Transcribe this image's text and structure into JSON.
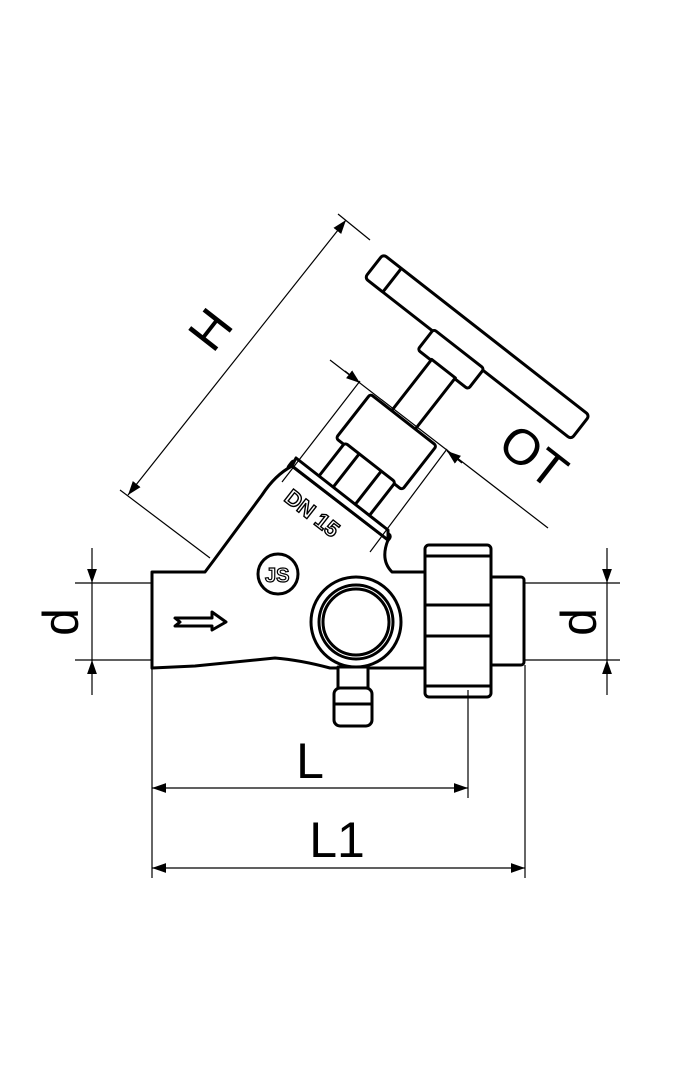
{
  "title": "Angle-seat valve dimension drawing",
  "dimensions": {
    "height": "H",
    "stem_offset": "OT",
    "pipe_diameter_left": "d",
    "pipe_diameter_right": "d",
    "length": "L",
    "length_overall": "L1"
  },
  "body_marking": "DN 15",
  "logo": "JS",
  "colors": {
    "line": "#000000",
    "background": "#ffffff"
  }
}
